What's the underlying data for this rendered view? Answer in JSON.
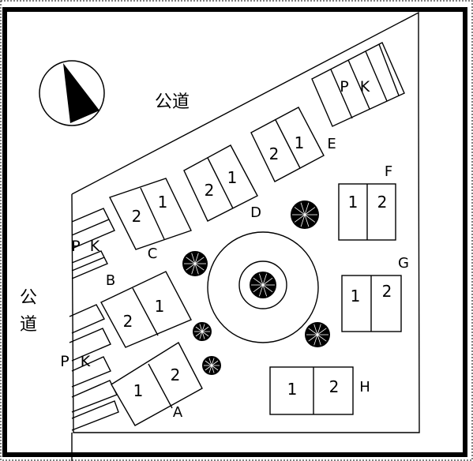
{
  "roads": {
    "top": "公道",
    "left_char1": "公",
    "left_char2": "道"
  },
  "parking": {
    "label_p": "P",
    "label_k": "K"
  },
  "buildings": {
    "A": {
      "label": "A",
      "unit1": "1",
      "unit2": "2"
    },
    "B": {
      "label": "B",
      "unit1": "2",
      "unit2": "1"
    },
    "C": {
      "label": "C",
      "unit1": "2",
      "unit2": "1"
    },
    "D": {
      "label": "D",
      "unit1": "2",
      "unit2": "1"
    },
    "E": {
      "label": "E",
      "unit1": "2",
      "unit2": "1"
    },
    "F": {
      "label": "F",
      "unit1": "1",
      "unit2": "2"
    },
    "G": {
      "label": "G",
      "unit1": "1",
      "unit2": "2"
    },
    "H": {
      "label": "H",
      "unit1": "1",
      "unit2": "2"
    }
  },
  "colors": {
    "line": "#000000",
    "background": "#ffffff"
  },
  "icons": {
    "compass": "north-arrow-icon",
    "tree": "tree-icon"
  }
}
